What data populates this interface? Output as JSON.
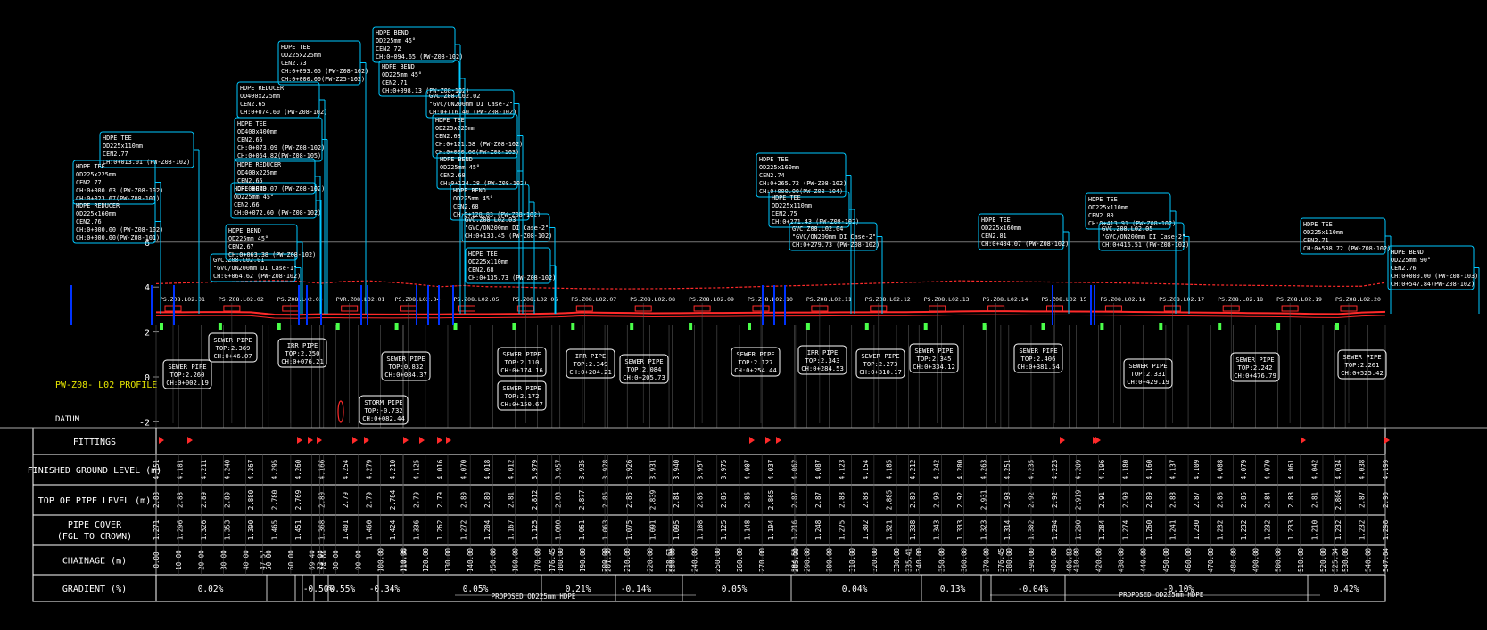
{
  "drawing": {
    "profile_label": "PW-Z08- L02 PROFILE",
    "datum_label": "DATUM",
    "elevation_ticks": [
      "6",
      "4",
      "2",
      "0",
      "-2"
    ],
    "proposed_pipe_label_1": "PROPOSED OD225mm HDPE",
    "proposed_pipe_label_2": "PROPOSED OD225mm HDPE",
    "colors": {
      "background": "#000000",
      "callout": "#00c8ff",
      "ground_line": "#ff2a2a",
      "pipe": "#ff2a2a",
      "marker": "#4aff4a",
      "table_line": "#ffffff",
      "band_label": "#ffffff",
      "profile_label": "#e6e600",
      "vertical_line": "#0033ff"
    }
  },
  "table": {
    "rows": [
      "FITTINGS",
      "FINISHED GROUND LEVEL (m)",
      "TOP OF PIPE LEVEL (m)",
      "PIPE COVER (FGL TO CROWN) (m)",
      "CHAINAGE (m)",
      "GRADIENT (%)"
    ],
    "fgl": [
      "4.151",
      "4.181",
      "4.211",
      "4.240",
      "4.267",
      "4.295",
      "4.260",
      "4.166",
      "4.254",
      "4.279",
      "4.210",
      "4.125",
      "4.016",
      "4.070",
      "4.018",
      "4.012",
      "3.979",
      "3.957",
      "3.935",
      "3.928",
      "3.926",
      "3.931",
      "3.940",
      "3.957",
      "3.975",
      "4.007",
      "4.037",
      "4.062",
      "4.087",
      "4.123",
      "4.154",
      "4.185",
      "4.212",
      "4.242",
      "4.280",
      "4.263",
      "4.251",
      "4.235",
      "4.223",
      "4.209",
      "4.196",
      "4.180",
      "4.160",
      "4.137",
      "4.109",
      "4.088",
      "4.079",
      "4.070",
      "4.061",
      "4.042",
      "4.034",
      "4.038",
      "4.199"
    ],
    "top_of_pipe": [
      "2.88",
      "2.88",
      "2.89",
      "2.89",
      "2.880",
      "2.780",
      "2.769",
      "2.80",
      "2.79",
      "2.79",
      "2.784",
      "2.79",
      "2.79",
      "2.80",
      "2.80",
      "2.81",
      "2.812",
      "2.83",
      "2.877",
      "2.86",
      "2.85",
      "2.839",
      "2.84",
      "2.85",
      "2.85",
      "2.86",
      "2.865",
      "2.87",
      "2.87",
      "2.88",
      "2.88",
      "2.885",
      "2.89",
      "2.90",
      "2.92",
      "2.931",
      "2.93",
      "2.92",
      "2.92",
      "2.919",
      "2.91",
      "2.90",
      "2.89",
      "2.88",
      "2.87",
      "2.86",
      "2.85",
      "2.84",
      "2.83",
      "2.81",
      "2.804",
      "2.87",
      "2.90"
    ],
    "pipe_cover": [
      "1.271",
      "1.296",
      "1.326",
      "1.353",
      "1.390",
      "1.465",
      "1.451",
      "1.368",
      "1.401",
      "1.460",
      "1.424",
      "1.336",
      "1.262",
      "1.272",
      "1.204",
      "1.167",
      "1.125",
      "1.080",
      "1.061",
      "1.063",
      "1.075",
      "1.091",
      "1.095",
      "1.108",
      "1.125",
      "1.148",
      "1.194",
      "1.216",
      "1.248",
      "1.275",
      "1.302",
      "1.321",
      "1.338",
      "1.343",
      "1.333",
      "1.323",
      "1.314",
      "1.302",
      "1.294",
      "1.290",
      "1.284",
      "1.274",
      "1.260",
      "1.241",
      "1.230",
      "1.232",
      "1.232",
      "1.232",
      "1.233",
      "1.210",
      "1.232",
      "1.232",
      "1.298"
    ],
    "chainage": [
      "0.00",
      "10.00",
      "20.00",
      "30.00",
      "40.00",
      "47.57",
      "50.00",
      "60.00",
      "69.40",
      "72.98",
      "73.07",
      "74.66",
      "80.00",
      "90.00",
      "100.00",
      "110.00",
      "110.36",
      "120.00",
      "130.00",
      "140.00",
      "150.00",
      "160.00",
      "170.00",
      "176.45",
      "180.00",
      "190.00",
      "200.00",
      "201.30",
      "210.00",
      "220.00",
      "228.61",
      "230.00",
      "240.00",
      "250.00",
      "260.00",
      "270.00",
      "284.51",
      "285.00",
      "290.00",
      "300.00",
      "310.00",
      "320.00",
      "330.00",
      "335.41",
      "340.00",
      "350.00",
      "360.00",
      "370.00",
      "376.45",
      "380.00",
      "390.00",
      "400.00",
      "406.83",
      "410.00",
      "420.00",
      "430.00",
      "440.00",
      "450.00",
      "460.00",
      "470.00",
      "480.00",
      "490.00",
      "500.00",
      "510.00",
      "520.00",
      "525.34",
      "530.00",
      "540.00",
      "547.84"
    ],
    "gradient": [
      "0.02%",
      "-0.50%",
      "-0.55%",
      "-0.34%",
      "0.05%",
      "0.21%",
      "-0.14%",
      "0.05%",
      "0.04%",
      "0.13%",
      "-0.04%",
      "-0.10%",
      "0.42%"
    ]
  },
  "callouts": [
    [
      "HDPE TEE",
      "OD225x110mm",
      "CEN2.77",
      "CH:0+013.01 (PW-Z08-102)"
    ],
    [
      "HDPE TEE",
      "OD225x225mm",
      "CEN2.77",
      "CH:0+000.63 (PW-Z08-102)",
      "CH:0+023.67(PW-Z08-101)"
    ],
    [
      "HDPE REDUCER",
      "OD225x160mm",
      "CEN2.76",
      "CH:0+000.00 (PW-Z08-102)",
      "CH:0+000.00(PW-Z08-101)"
    ],
    [
      "GVC.Z08.L02.01",
      "\"GVC/ON200mm DI Case-1\"",
      "CH:0+064.62 (PW-Z08-102)"
    ],
    [
      "HDPE BEND",
      "OD225mm 45°",
      "CEN2.67",
      "CH:0+063.38 (PW-Z08-102)"
    ],
    [
      "HDPE BEND",
      "OD225mm 45°",
      "CEN2.66",
      "CH:0+072.60 (PW-Z08-102)"
    ],
    [
      "HDPE REDUCER",
      "OD400x225mm",
      "CEN2.65",
      "CH:0+073.07 (PW-Z08-102)"
    ],
    [
      "HDPE TEE",
      "OD400x400mm",
      "CEN2.65",
      "CH:0+073.09 (PW-Z08-102)",
      "CH:0+064.82(PW-Z08-105)"
    ],
    [
      "HDPE REDUCER",
      "OD400x225mm",
      "CEN2.65",
      "CH:0+074.60 (PW-Z08-102)"
    ],
    [
      "HDPE TEE",
      "OD225x225mm",
      "CEN2.73",
      "CH:0+093.65 (PW-Z08-102)",
      "CH:0+000.00(PW-Z25-102)"
    ],
    [
      "HDPE BEND",
      "OD225mm 45°",
      "CEN2.72",
      "CH:0+094.65 (PW-Z08-102)"
    ],
    [
      "HDPE BEND",
      "OD225mm 45°",
      "CEN2.71",
      "CH:0+098.13 (PW-Z08-102)"
    ],
    [
      "GVC.Z08.L02.02",
      "\"GVC/ON200mm DI Case-2\"",
      "CH:0+116.40 (PW-Z08-102)"
    ],
    [
      "HDPE TEE",
      "OD225x225mm",
      "CEN2.68",
      "CH:0+121.58 (PW-Z08-102)",
      "CH:0+000.00(PW-Z08-103)"
    ],
    [
      "HDPE BEND",
      "OD225mm 45°",
      "CEN2.68",
      "CH:0+124.28 (PW-Z08-102)"
    ],
    [
      "HDPE BEND",
      "OD225mm 45°",
      "CEN2.68",
      "CH:0+128.83 (PW-Z08-102)"
    ],
    [
      "GVC.Z08.L02.03",
      "\"GVC/ON200mm DI Case-2\"",
      "CH:0+133.45 (PW-Z08-102)"
    ],
    [
      "HDPE TEE",
      "OD225x110mm",
      "CEN2.68",
      "CH:0+135.73 (PW-Z08-102)"
    ],
    [
      "HDPE TEE",
      "OD225x160mm",
      "CEN2.74",
      "CH:0+265.72 (PW-Z08-102)",
      "CH:0+000.00(PW-Z08-104)"
    ],
    [
      "HDPE TEE",
      "OD225x110mm",
      "CEN2.75",
      "CH:0+271.43 (PW-Z08-102)"
    ],
    [
      "GVC.Z08.L02.04",
      "\"GVC/ON200mm DI Case-2\"",
      "CH:0+279.73 (PW-Z08-102)"
    ],
    [
      "HDPE TEE",
      "OD225x160mm",
      "CEN2.81",
      "CH:0+404.07 (PW-Z08-102)"
    ],
    [
      "HDPE TEE",
      "OD225x110mm",
      "CEN2.80",
      "CH:0+413.91 (PW-Z08-102)"
    ],
    [
      "GVC.Z08.L02.05",
      "\"GVC/ON200mm DI Case-2\"",
      "CH:0+416.51 (PW-Z08-102)"
    ],
    [
      "HDPE TEE",
      "OD225x110mm",
      "CEN2.71",
      "CH:0+508.72 (PW-Z08-102)"
    ],
    [
      "HDPE BEND",
      "OD225mm 90°",
      "CEN2.76",
      "CH:0+000.00 (PW-Z08-103)",
      "CH:0+547.84(PW-Z08-102)"
    ]
  ],
  "crossings": [
    [
      "SEWER PIPE",
      "TOP:2.260",
      "CH:0+002.19"
    ],
    [
      "SEWER PIPE",
      "TOP:2.369",
      "CH:0+46.07"
    ],
    [
      "IRR PIPE",
      "TOP:2.250",
      "CH:0+076.21"
    ],
    [
      "SEWER PIPE",
      "TOP:0.832",
      "CH:0+084.37"
    ],
    [
      "STORM PIPE",
      "TOP:-0.732",
      "CH:0+082.44"
    ],
    [
      "SEWER PIPE",
      "TOP:2.110",
      "CH:0+174.16"
    ],
    [
      "SEWER PIPE",
      "TOP:2.172",
      "CH:0+150.67"
    ],
    [
      "IRR PIPE",
      "TOP:2.349",
      "CH:0+204.21"
    ],
    [
      "SEWER PIPE",
      "TOP:2.084",
      "CH:0+205.73"
    ],
    [
      "SEWER PIPE",
      "TOP:2.127",
      "CH:0+254.44"
    ],
    [
      "IRR PIPE",
      "TOP:2.343",
      "CH:0+284.53"
    ],
    [
      "SEWER PIPE",
      "TOP:2.273",
      "CH:0+310.17"
    ],
    [
      "SEWER PIPE",
      "TOP:2.345",
      "CH:0+334.12"
    ],
    [
      "SEWER PIPE",
      "TOP:2.406",
      "CH:0+381.54"
    ],
    [
      "SEWER PIPE",
      "TOP:2.331",
      "CH:0+429.19"
    ],
    [
      "SEWER PIPE",
      "TOP:2.242",
      "CH:0+476.79"
    ],
    [
      "SEWER PIPE",
      "TOP:2.201",
      "CH:0+525.42"
    ]
  ],
  "stations": [
    "PS.Z08.L02.01",
    "PS.Z08.L02.02",
    "PS.Z08.L02.03",
    "PVR.Z08.L02.01",
    "PS.Z08.L02.04",
    "PS.Z08.L02.05",
    "PS.Z08.L02.06",
    "PS.Z08.L02.07",
    "PS.Z08.L02.08",
    "PS.Z08.L02.09",
    "PS.Z08.L02.10",
    "PS.Z08.L02.11",
    "PS.Z08.L02.12",
    "PS.Z08.L02.13",
    "PS.Z08.L02.14",
    "PS.Z08.L02.15",
    "PS.Z08.L02.16",
    "PS.Z08.L02.17",
    "PS.Z08.L02.18",
    "PS.Z08.L02.19",
    "PS.Z08.L02.20"
  ]
}
